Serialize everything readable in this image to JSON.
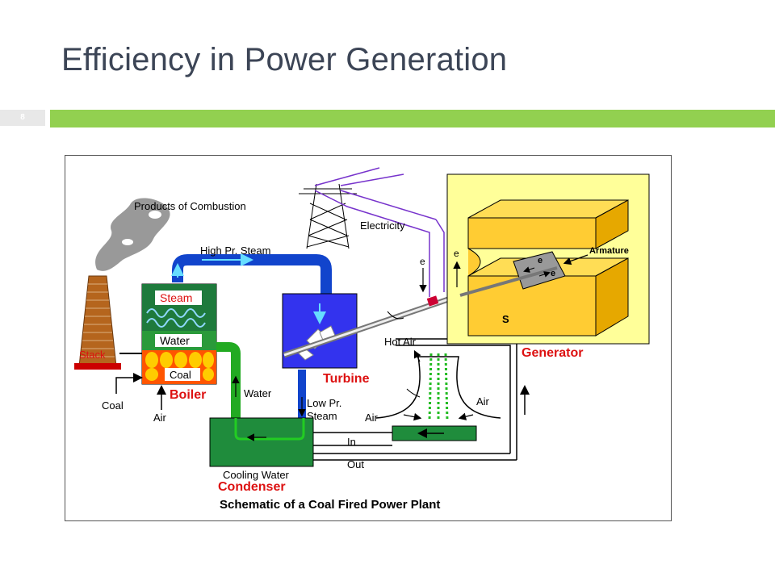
{
  "slide": {
    "title": "Efficiency in Power Generation",
    "slide_number": "8"
  },
  "colors": {
    "title": "#3c4556",
    "accent_bar": "#92d050",
    "water": "#22aa22",
    "steam": "#1144cc",
    "generator_bg": "#ffff99",
    "magnet": "#ffcc33",
    "turbine": "#3333ee",
    "label_red": "#dd1111"
  },
  "diagram": {
    "caption": "Schematic of a Coal Fired Power Plant",
    "labels": {
      "products_of_combustion": "Products of Combustion",
      "electricity": "Electricity",
      "high_pr_steam": "High Pr. Steam",
      "steam": "Steam",
      "water_in_boiler": "Water",
      "coal_in_boiler": "Coal",
      "stack": "Stack",
      "boiler": "Boiler",
      "coal_input": "Coal",
      "air_input": "Air",
      "water_return": "Water",
      "low_pr_steam_1": "Low Pr.",
      "low_pr_steam_2": "Steam",
      "turbine": "Turbine",
      "hot_air": "Hot Air",
      "air_left": "Air",
      "air_right": "Air",
      "in": "In",
      "out": "Out",
      "cooling_water": "Cooling Water",
      "condenser": "Condenser",
      "generator": "Generator",
      "armature": "Armature",
      "pole_s": "S",
      "e_wire": "e",
      "e_wire_2": "e",
      "e_arm_1": "e",
      "e_arm_2": "e"
    }
  }
}
